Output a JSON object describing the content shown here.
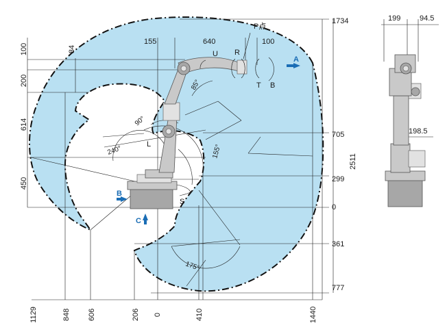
{
  "top_dims": {
    "d155": "155",
    "d640": "640",
    "d100": "100",
    "p_point": "P点"
  },
  "left_dims": {
    "d100": "100",
    "d84": "84",
    "d200": "200",
    "d614": "614",
    "d450": "450"
  },
  "right_dims": {
    "d1734": "1734",
    "d705": "705",
    "d299": "299",
    "d0": "0",
    "d361": "361",
    "d777": "777",
    "d2511": "2511"
  },
  "bottom_dims": {
    "d1129": "1129",
    "d848": "848",
    "d606": "606",
    "d206": "206",
    "d0": "0",
    "d410": "410",
    "d1440": "1440"
  },
  "angles": {
    "a85": "85°",
    "a90": "90°",
    "a240": "240°",
    "a155": "155°",
    "a175": "175°"
  },
  "axes": {
    "U": "U",
    "R": "R",
    "T": "T",
    "B": "B",
    "L": "L",
    "S": "S"
  },
  "views": {
    "A": "A",
    "B": "B",
    "C": "C"
  },
  "side_dims": {
    "d199": "199",
    "d94_5": "94.5",
    "d198_5": "198.5"
  },
  "colors": {
    "work_area": "#b9e0f2",
    "view_arrow": "#1a6db5"
  }
}
